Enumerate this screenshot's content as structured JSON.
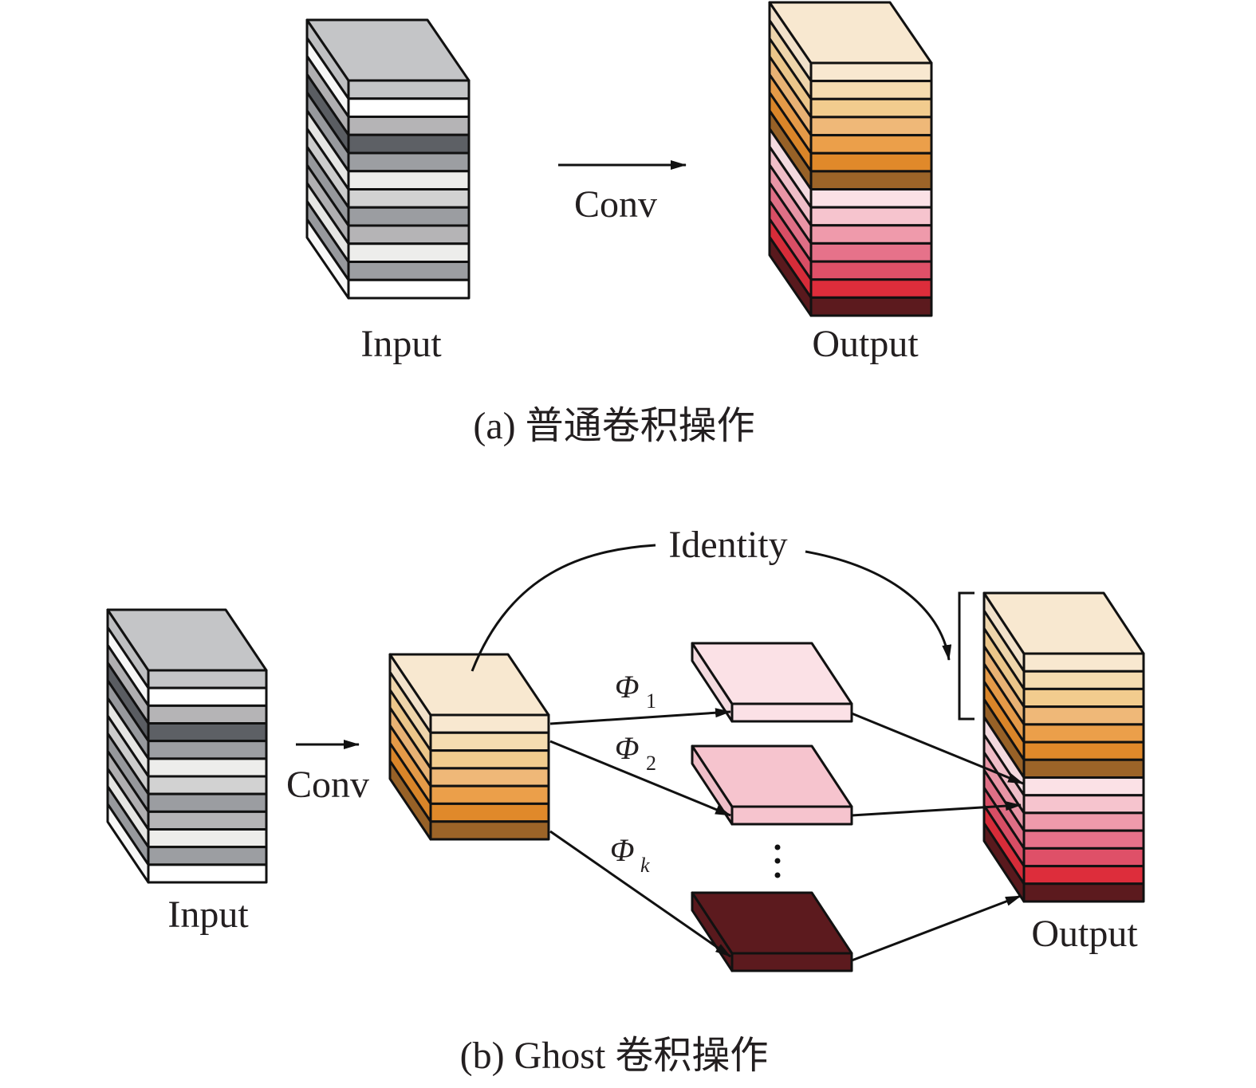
{
  "panel_a": {
    "caption": "(a) 普通卷积操作",
    "input_label": "Input",
    "output_label": "Output",
    "arrow_label": "Conv",
    "input_channels": [
      "#c4c5c7",
      "#ffffff",
      "#b5b4b6",
      "#5d6065",
      "#9c9ea2",
      "#ededeb",
      "#d2d2d2",
      "#9b9da1",
      "#b5b4b6",
      "#ededeb",
      "#9c9ea2",
      "#ffffff"
    ],
    "input_top_color": "#c4c5c7",
    "output_channels": [
      "#f8e8d0",
      "#f5dcb0",
      "#f2cc8e",
      "#efb878",
      "#eb9f4a",
      "#e0892a",
      "#9c6428",
      "#fbe1e6",
      "#f6c4ce",
      "#ef9aab",
      "#e6728a",
      "#df5068",
      "#dd2d3b",
      "#5c1a1e"
    ],
    "output_top_color": "#f8e8d0"
  },
  "panel_b": {
    "caption": "(b) Ghost 卷积操作",
    "input_label": "Input",
    "output_label": "Output",
    "conv_label": "Conv",
    "identity_label": "Identity",
    "input_channels": [
      "#c4c5c7",
      "#ffffff",
      "#b5b4b6",
      "#5d6065",
      "#9c9ea2",
      "#ededeb",
      "#d2d2d2",
      "#9b9da1",
      "#b5b4b6",
      "#ededeb",
      "#9c9ea2",
      "#ffffff"
    ],
    "input_top_color": "#c4c5c7",
    "intrinsic_channels": [
      "#f8e8d0",
      "#f5dcb0",
      "#f2cc8e",
      "#efb878",
      "#eb9f4a",
      "#e0892a",
      "#9c6428"
    ],
    "intrinsic_top_color": "#f8e8d0",
    "ghost_maps": [
      {
        "symbol": "Φ",
        "subscript": "1",
        "subscript_italic": false,
        "color": "#fbe1e6"
      },
      {
        "symbol": "Φ",
        "subscript": "2",
        "subscript_italic": false,
        "color": "#f6c4ce"
      },
      {
        "symbol": "Φ",
        "subscript": "k",
        "subscript_italic": true,
        "color": "#5c1a1e"
      }
    ],
    "ellipsis": "⋮",
    "output_channels": [
      "#f8e8d0",
      "#f5dcb0",
      "#f2cc8e",
      "#efb878",
      "#eb9f4a",
      "#e0892a",
      "#9c6428",
      "#fbe1e6",
      "#f6c4ce",
      "#ef9aab",
      "#e6728a",
      "#df5068",
      "#dd2d3b",
      "#5c1a1e"
    ],
    "output_top_color": "#f8e8d0"
  },
  "colors": {
    "stroke": "#111111",
    "text": "#231f20"
  }
}
